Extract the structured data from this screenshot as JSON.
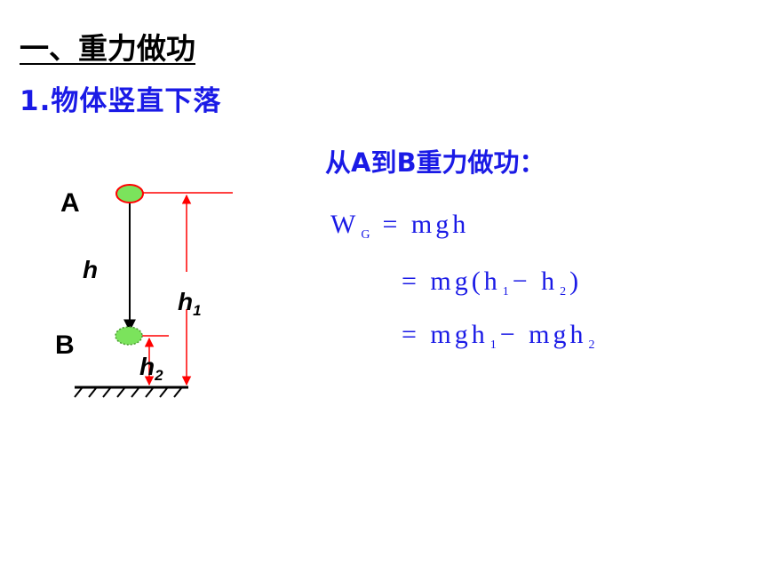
{
  "title": "一、重力做功",
  "subtitle": "1.物体竖直下落",
  "heading": "从A到B重力做功：",
  "diagram": {
    "label_a": "A",
    "label_b": "B",
    "label_h": "h",
    "label_h1": "h",
    "label_h1_sub": "1",
    "label_h2": "h",
    "label_h2_sub": "2"
  },
  "equations": {
    "line1_lhs": "W",
    "line1_lhs_sub": "G",
    "line1_rhs": "= mgh",
    "line2_a": "= mg(h",
    "line2_sub1": "1",
    "line2_b": "− h",
    "line2_sub2": "2",
    "line2_c": ")",
    "line3_a": "= mgh",
    "line3_sub1": "1",
    "line3_b": "− mgh",
    "line3_sub2": "2"
  },
  "colors": {
    "text_blue": "#1a1ae6",
    "line_red": "#ff0000",
    "ball_green": "#7be35c"
  }
}
